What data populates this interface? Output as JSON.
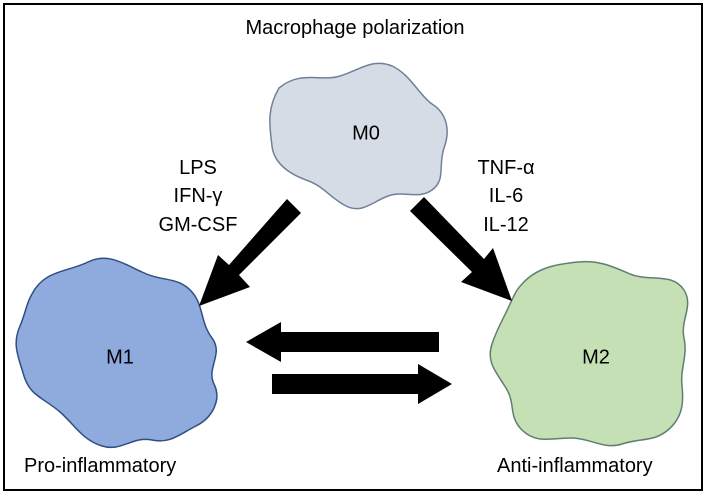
{
  "title": "Macrophage polarization",
  "cells": {
    "m0": {
      "label": "M0",
      "fill": "#d6dce5",
      "stroke": "#6f8198"
    },
    "m1": {
      "label": "M1",
      "fill": "#8faadc",
      "stroke": "#2f4f84"
    },
    "m2": {
      "label": "M2",
      "fill": "#c5e0b4",
      "stroke": "#5f7f70"
    }
  },
  "stimuli_left": [
    "LPS",
    "IFN-γ",
    "GM-CSF"
  ],
  "stimuli_right": [
    "TNF-α",
    "IL-6",
    "IL-12"
  ],
  "m1_caption": "Pro-inflammatory",
  "m2_caption": "Anti-inflammatory",
  "arrow_color": "#000000"
}
